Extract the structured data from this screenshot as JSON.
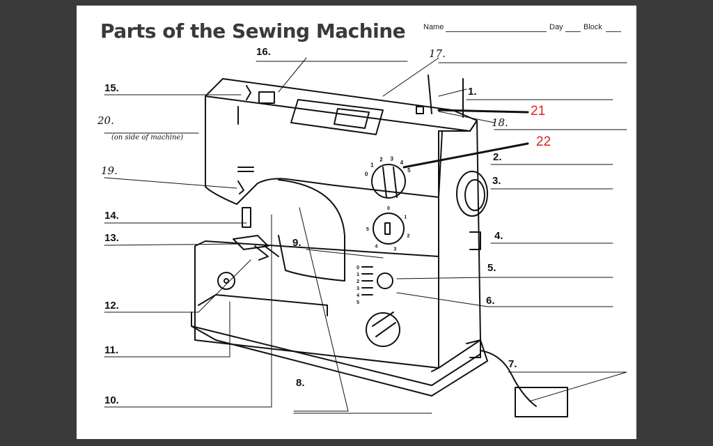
{
  "worksheet": {
    "title": "Parts of the Sewing Machine",
    "name_label": "Name",
    "day_label": "Day",
    "block_label": "Block"
  },
  "labels": {
    "l1": "1.",
    "l2": "2.",
    "l3": "3.",
    "l4": "4.",
    "l5": "5.",
    "l6": "6.",
    "l7": "7.",
    "l8": "8.",
    "l9": "9.",
    "l10": "10.",
    "l11": "11.",
    "l12": "12.",
    "l13": "13.",
    "l14": "14.",
    "l15": "15.",
    "l16": "16.",
    "l17": "17.",
    "l18": "18.",
    "l19": "19.",
    "l20": "20.",
    "l21": "21",
    "l22": "22",
    "side_note": "(on side of machine)"
  },
  "dials": {
    "stitch_width": [
      "0",
      "1",
      "2",
      "3",
      "4",
      "5"
    ],
    "stitch_pattern": [
      "0",
      "1",
      "2",
      "3",
      "4",
      "5"
    ],
    "stitch_length": [
      "0",
      "1",
      "2",
      "3",
      "4",
      "5"
    ]
  },
  "colors": {
    "annotation_red": "#e02020",
    "page_background": "#3a3a3a",
    "paper": "#ffffff"
  }
}
